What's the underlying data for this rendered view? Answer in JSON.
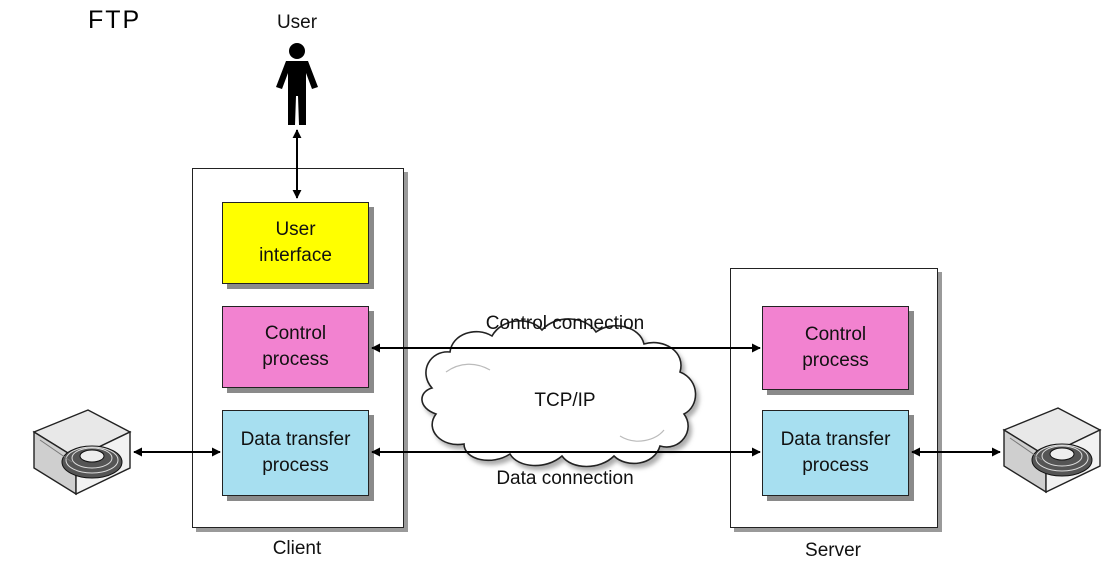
{
  "title": "FTP",
  "user_label": "User",
  "client": {
    "label": "Client",
    "user_interface": "User\ninterface",
    "control_process": "Control\nprocess",
    "data_transfer_process": "Data transfer\nprocess"
  },
  "server": {
    "label": "Server",
    "control_process": "Control\nprocess",
    "data_transfer_process": "Data transfer\nprocess"
  },
  "network": {
    "cloud_label": "TCP/IP",
    "control_connection": "Control connection",
    "data_connection": "Data connection"
  },
  "colors": {
    "user_interface": "#ffff00",
    "control_process": "#f282d0",
    "data_transfer_process": "#a7dff0"
  },
  "icons": {
    "user": "person-icon",
    "client_storage": "disk-drive-icon",
    "server_storage": "disk-drive-icon"
  }
}
